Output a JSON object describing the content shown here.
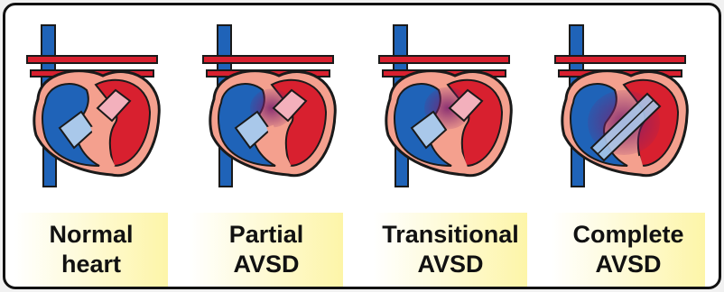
{
  "colors": {
    "oxygenated": "#d8202f",
    "deoxygenated": "#1f63b8",
    "outline": "#1a1a1a",
    "label_fill": "#fdf5a8",
    "mixing": "#7a1f6e"
  },
  "panels": [
    {
      "id": "normal",
      "label_line1": "Normal",
      "label_line2": "heart",
      "defect": "none"
    },
    {
      "id": "partial",
      "label_line1": "Partial",
      "label_line2": "AVSD",
      "defect": "partial"
    },
    {
      "id": "transitional",
      "label_line1": "Transitional",
      "label_line2": "AVSD",
      "defect": "transitional"
    },
    {
      "id": "complete",
      "label_line1": "Complete",
      "label_line2": "AVSD",
      "defect": "complete"
    }
  ]
}
